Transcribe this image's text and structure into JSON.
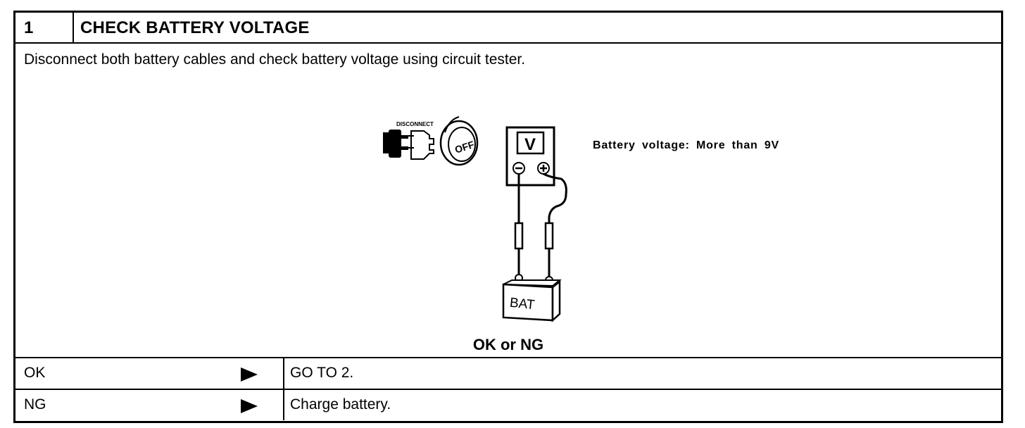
{
  "step": {
    "number": "1",
    "title": "CHECK BATTERY VOLTAGE"
  },
  "instruction": "Disconnect both battery cables and check battery voltage using circuit tester.",
  "diagram": {
    "disconnect_label": "DISCONNECT",
    "switch_label": "OFF",
    "meter_label": "V",
    "battery_label": "BAT",
    "spec": "Battery voltage: More than 9V"
  },
  "question": "OK or NG",
  "results": [
    {
      "label": "OK",
      "action": "GO TO 2."
    },
    {
      "label": "NG",
      "action": "Charge battery."
    }
  ]
}
